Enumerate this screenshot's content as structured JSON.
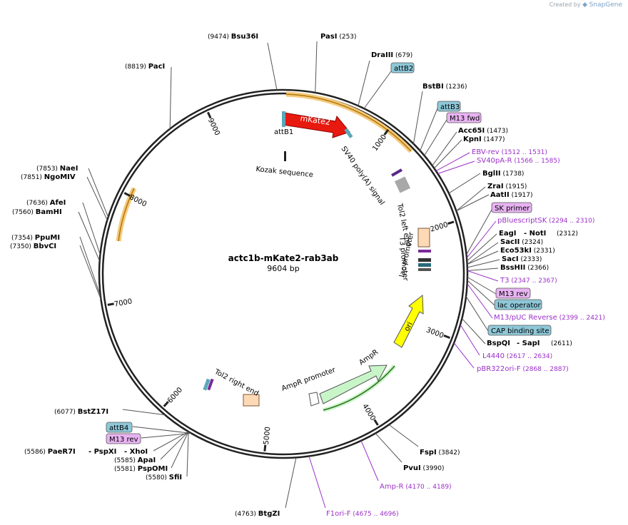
{
  "header": {
    "created_by": "Created by",
    "brand": "SnapGene"
  },
  "plasmid": {
    "name": "actc1b-mKate2-rab3ab",
    "length": "9604 bp"
  },
  "colors": {
    "restriction": "#000000",
    "primer": "#9b30c8",
    "feature_blue": "#8ec8d8",
    "feature_purple": "#e8b3f2",
    "mkate2": "#e8190f",
    "ori": "#ffff00",
    "ampr": "#c8f5c8",
    "tol2": "#fdd9b5"
  },
  "ticks": [
    "1000",
    "2000",
    "3000",
    "4000",
    "5000",
    "6000",
    "7000",
    "8000",
    "9000"
  ],
  "enzymes": [
    {
      "name": "Bsu36I",
      "pos": "(9474)"
    },
    {
      "name": "PasI",
      "pos": "(253)"
    },
    {
      "name": "DraIII",
      "pos": "(679)"
    },
    {
      "name": "BstBI",
      "pos": "(1236)"
    },
    {
      "name": "Acc65I",
      "pos": "(1473)"
    },
    {
      "name": "KpnI",
      "pos": "(1477)"
    },
    {
      "name": "BglII",
      "pos": "(1738)"
    },
    {
      "name": "ZraI",
      "pos": "(1915)"
    },
    {
      "name": "AatII",
      "pos": "(1917)"
    },
    {
      "name": "EagI",
      "pos": ""
    },
    {
      "name": "- NotI",
      "pos": "(2312)"
    },
    {
      "name": "SacII",
      "pos": "(2324)"
    },
    {
      "name": "Eco53kI",
      "pos": "(2331)"
    },
    {
      "name": "SacI",
      "pos": "(2333)"
    },
    {
      "name": "BssHII",
      "pos": "(2366)"
    },
    {
      "name": "BspQI",
      "pos": ""
    },
    {
      "name": "- SapI",
      "pos": "(2611)"
    },
    {
      "name": "FspI",
      "pos": "(3842)"
    },
    {
      "name": "PvuI",
      "pos": "(3990)"
    },
    {
      "name": "BtgZI",
      "pos": "(4763)"
    },
    {
      "name": "PaeR7I",
      "pos": "(5586)"
    },
    {
      "name": "- PspXI",
      "pos": ""
    },
    {
      "name": "- XhoI",
      "pos": ""
    },
    {
      "name": "ApaI",
      "pos": "(5585)"
    },
    {
      "name": "PspOMI",
      "pos": "(5581)"
    },
    {
      "name": "SfiI",
      "pos": "(5580)"
    },
    {
      "name": "BstZ17I",
      "pos": "(6077)"
    },
    {
      "name": "BbvCI",
      "pos": "(7350)"
    },
    {
      "name": "PpuMI",
      "pos": "(7354)"
    },
    {
      "name": "BamHI",
      "pos": "(7560)"
    },
    {
      "name": "AfeI",
      "pos": "(7636)"
    },
    {
      "name": "NgoMIV",
      "pos": "(7851)"
    },
    {
      "name": "NaeI",
      "pos": "(7853)"
    },
    {
      "name": "PacI",
      "pos": "(8819)"
    }
  ],
  "primers": [
    {
      "name": "EBV-rev",
      "range": "(1512 .. 1531)"
    },
    {
      "name": "SV40pA-R",
      "range": "(1566 .. 1585)"
    },
    {
      "name": "pBluescriptSK",
      "range": "(2294 .. 2310)"
    },
    {
      "name": "T3",
      "range": "(2347 .. 2367)"
    },
    {
      "name": "M13/pUC Reverse",
      "range": "(2399 .. 2421)"
    },
    {
      "name": "L4440",
      "range": "(2617 .. 2634)"
    },
    {
      "name": "pBR322ori-F",
      "range": "(2868 .. 2887)"
    },
    {
      "name": "Amp-R",
      "range": "(4170 .. 4189)"
    },
    {
      "name": "F1ori-F",
      "range": "(4675 .. 4696)"
    }
  ],
  "boxed_features": [
    {
      "name": "attB2"
    },
    {
      "name": "attB3"
    },
    {
      "name": "M13 fwd"
    },
    {
      "name": "SK primer"
    },
    {
      "name": "M13 rev"
    },
    {
      "name": "lac operator"
    },
    {
      "name": "CAP binding site"
    },
    {
      "name": "attB4"
    },
    {
      "name": "M13 rev"
    }
  ],
  "inner_labels": {
    "attB1": "attB1",
    "mKate2": "mKate2",
    "kozak": "Kozak sequence",
    "sv40": "SV40 poly(A) signal",
    "tol2_left": "Tol2 left end",
    "t3_promoter": "T3 promoter",
    "lac_promoter": "lac promoter",
    "ori": "ori",
    "ampr": "AmpR",
    "ampr_promoter": "AmpR promoter",
    "tol2_right": "Tol2 right end"
  }
}
